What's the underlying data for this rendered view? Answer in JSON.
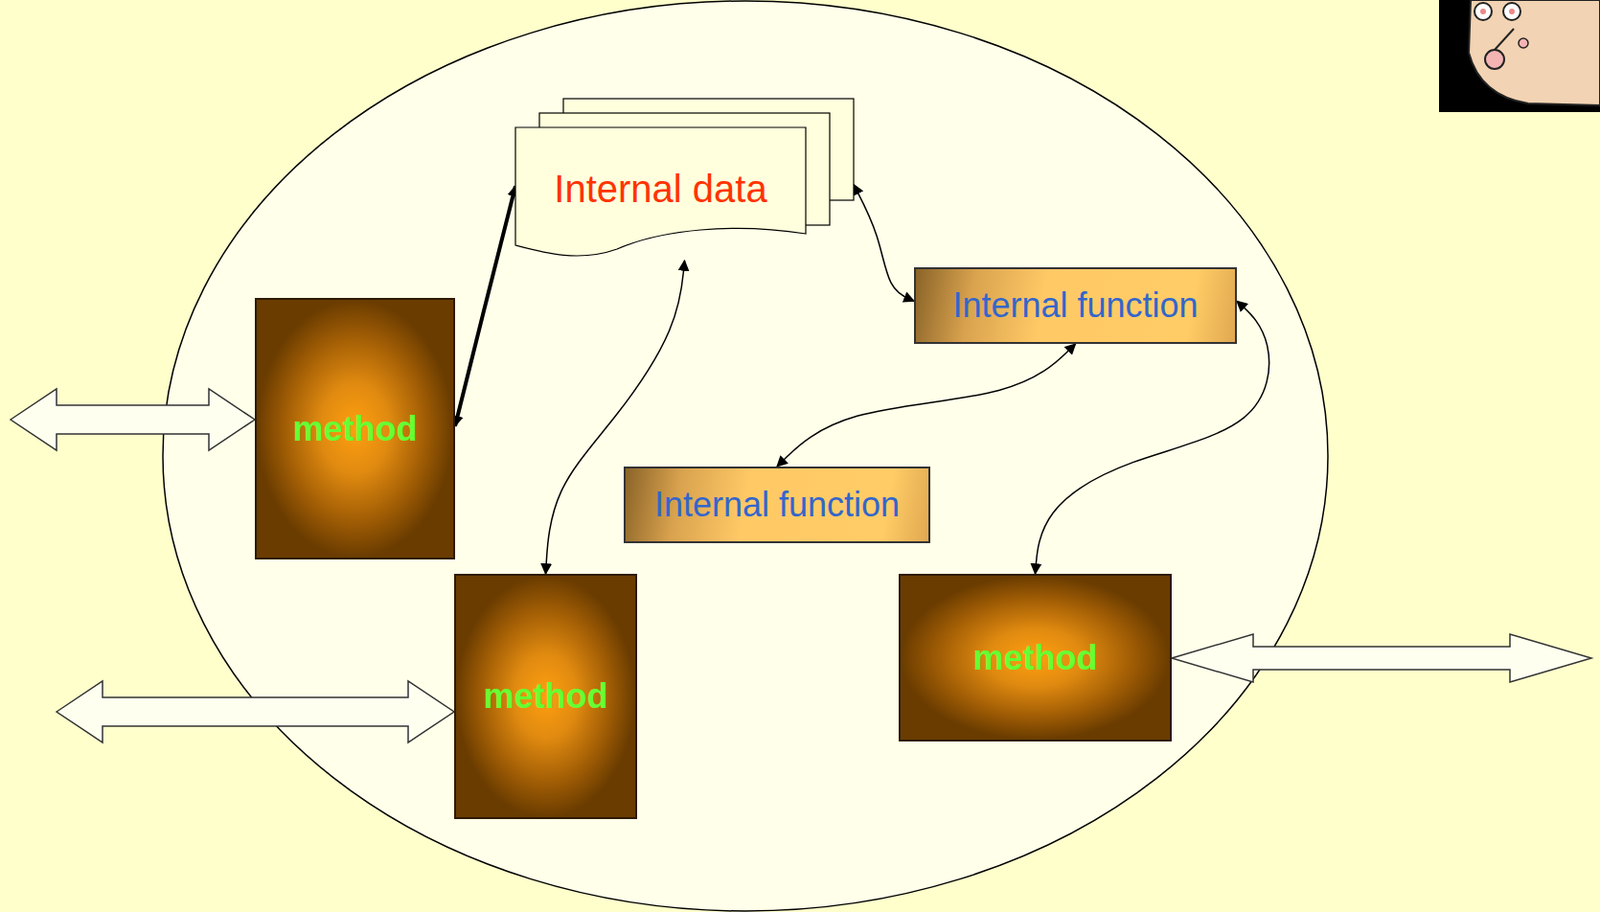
{
  "diagram": {
    "nodes": [
      {
        "text": [
          "Internal data"
        ]
      },
      {
        "text": [
          "Internal function"
        ]
      },
      {
        "text": [
          "method"
        ]
      },
      {
        "text": [
          "Internal function"
        ]
      },
      {
        "text": [
          "method"
        ]
      },
      {
        "text": [
          "method"
        ]
      }
    ],
    "edges": [
      {
        "from": 2,
        "to": 0,
        "arrow": "both"
      },
      {
        "from": 4,
        "to": 0,
        "arrow": "both"
      },
      {
        "from": 0,
        "to": 1,
        "arrow": "both"
      },
      {
        "from": 1,
        "to": 3,
        "arrow": "both"
      },
      {
        "from": 1,
        "to": 5,
        "arrow": "both"
      }
    ]
  }
}
